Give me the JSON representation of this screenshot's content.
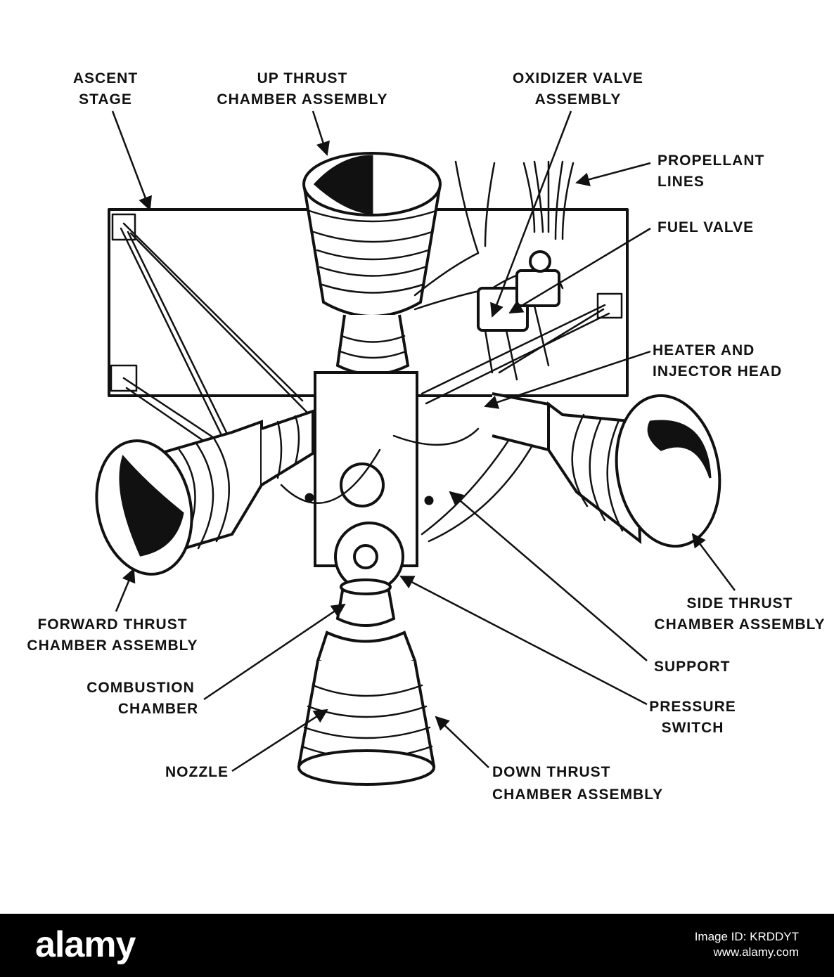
{
  "labels": {
    "ascent_stage": [
      "ASCENT",
      "STAGE"
    ],
    "up_thrust": [
      "UP THRUST",
      "CHAMBER ASSEMBLY"
    ],
    "oxidizer_valve": [
      "OXIDIZER VALVE",
      "ASSEMBLY"
    ],
    "propellant_lines": [
      "PROPELLANT",
      "LINES"
    ],
    "fuel_valve": [
      "FUEL VALVE"
    ],
    "heater_injector": [
      "HEATER AND",
      "INJECTOR HEAD"
    ],
    "side_thrust": [
      "SIDE THRUST",
      "CHAMBER ASSEMBLY"
    ],
    "forward_thrust": [
      "FORWARD THRUST",
      "CHAMBER ASSEMBLY"
    ],
    "support": [
      "SUPPORT"
    ],
    "combustion_chamber": [
      "COMBUSTION",
      "CHAMBER"
    ],
    "pressure_switch": [
      "PRESSURE",
      "SWITCH"
    ],
    "nozzle": [
      "NOZZLE"
    ],
    "down_thrust": [
      "DOWN THRUST",
      "CHAMBER ASSEMBLY"
    ]
  },
  "footer": {
    "brand": "alamy",
    "stock_id_line1": "Image ID: KRDDYT",
    "stock_id_line2": "www.alamy.com"
  }
}
